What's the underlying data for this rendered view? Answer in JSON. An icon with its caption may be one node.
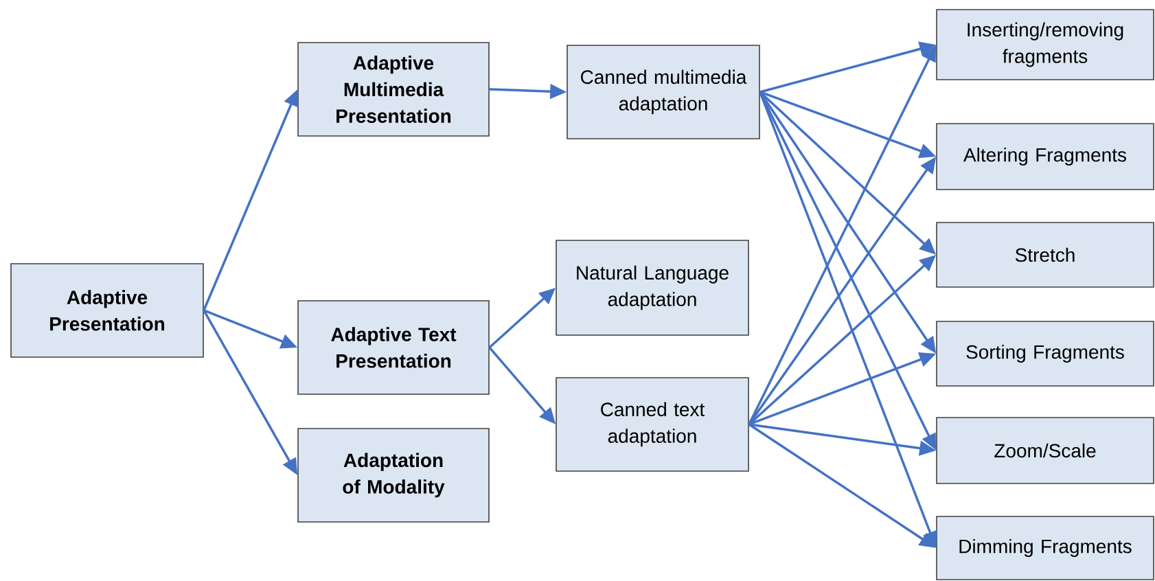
{
  "diagram": {
    "nodes": [
      {
        "text": [
          "Adaptive Presentation"
        ]
      },
      {
        "text": [
          "Adaptive Multimedia Presentation"
        ]
      },
      {
        "text": [
          "Adaptive Text Presentation"
        ]
      },
      {
        "text": [
          "Adaptation of Modality"
        ]
      },
      {
        "text": [
          "Canned multimedia adaptation"
        ]
      },
      {
        "text": [
          "Natural Language adaptation"
        ]
      },
      {
        "text": [
          "Canned text adaptation"
        ]
      },
      {
        "text": [
          "Inserting/removing fragments"
        ]
      },
      {
        "text": [
          "Altering Fragments"
        ]
      },
      {
        "text": [
          "Stretch"
        ]
      },
      {
        "text": [
          "Sorting Fragments"
        ]
      },
      {
        "text": [
          "Zoom/Scale"
        ]
      },
      {
        "text": [
          "Dimming Fragments"
        ]
      }
    ],
    "edges": [
      {
        "from": 0,
        "to": 1,
        "arrow": "to"
      },
      {
        "from": 0,
        "to": 2,
        "arrow": "to"
      },
      {
        "from": 0,
        "to": 3,
        "arrow": "to"
      },
      {
        "from": 1,
        "to": 4,
        "arrow": "to"
      },
      {
        "from": 2,
        "to": 5,
        "arrow": "to"
      },
      {
        "from": 2,
        "to": 6,
        "arrow": "to"
      },
      {
        "from": 4,
        "to": 7,
        "arrow": "to"
      },
      {
        "from": 4,
        "to": 8,
        "arrow": "to"
      },
      {
        "from": 4,
        "to": 9,
        "arrow": "to"
      },
      {
        "from": 4,
        "to": 10,
        "arrow": "to"
      },
      {
        "from": 4,
        "to": 11,
        "arrow": "to"
      },
      {
        "from": 4,
        "to": 12,
        "arrow": "to"
      },
      {
        "from": 6,
        "to": 7,
        "arrow": "to"
      },
      {
        "from": 6,
        "to": 8,
        "arrow": "to"
      },
      {
        "from": 6,
        "to": 9,
        "arrow": "to"
      },
      {
        "from": 6,
        "to": 10,
        "arrow": "to"
      },
      {
        "from": 6,
        "to": 11,
        "arrow": "to"
      },
      {
        "from": 6,
        "to": 12,
        "arrow": "to"
      }
    ]
  }
}
